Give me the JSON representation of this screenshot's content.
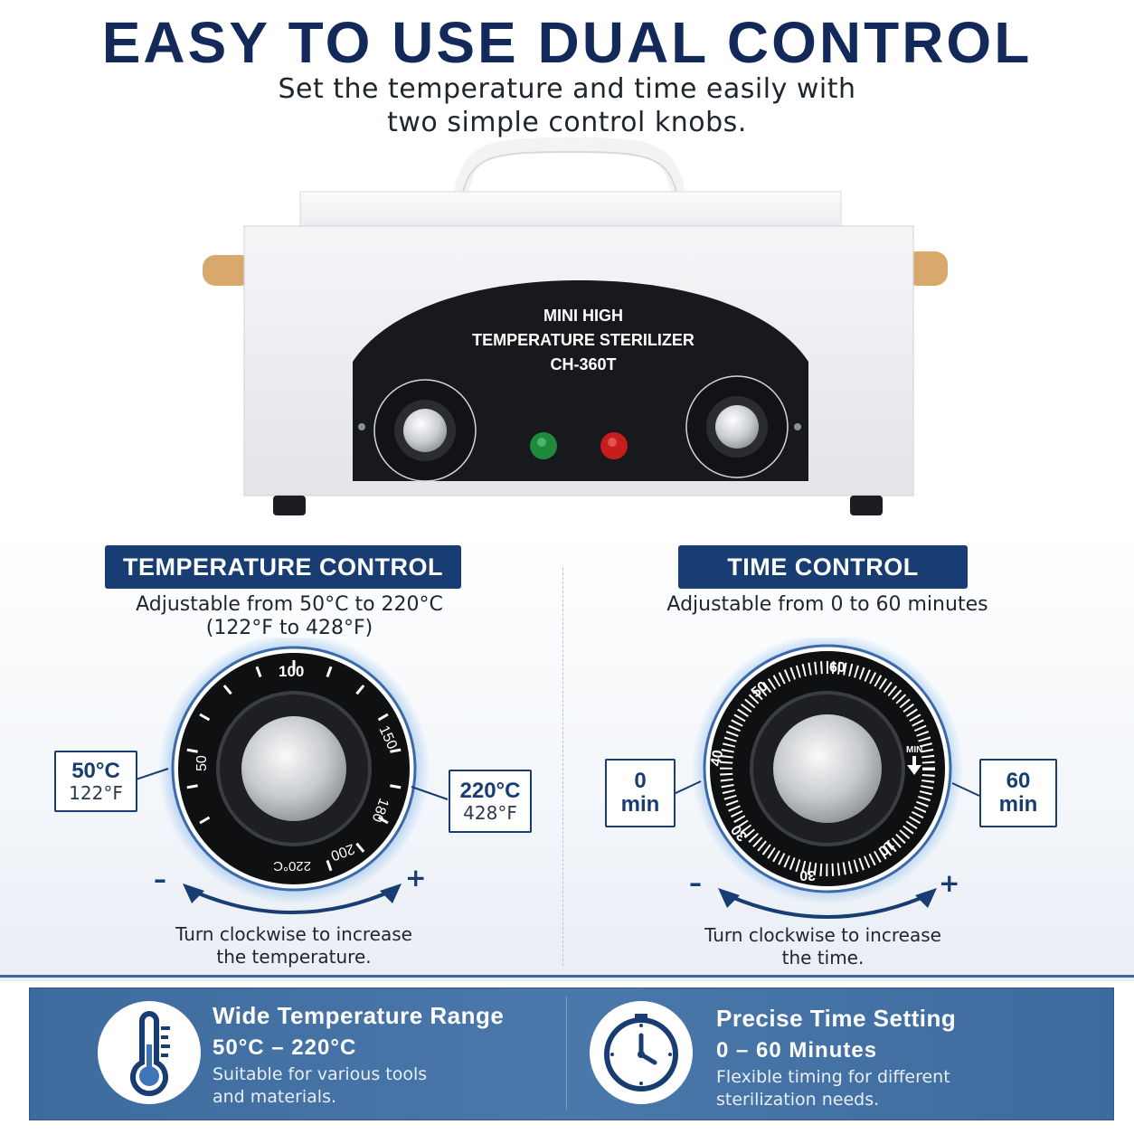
{
  "header": {
    "title": "EASY TO USE DUAL CONTROL",
    "subtitle_line1": "Set the temperature and time easily with",
    "subtitle_line2": "two simple control knobs."
  },
  "device": {
    "label_line1": "MINI HIGH",
    "label_line2": "TEMPERATURE STERILIZER",
    "label_line3": "CH-360T"
  },
  "temperature": {
    "tab": "TEMPERATURE CONTROL",
    "desc_line1": "Adjustable from 50°C to 220°C",
    "desc_line2": "(122°F to 428°F)",
    "min_c": "50°C",
    "min_f": "122°F",
    "max_c": "220°C",
    "max_f": "428°F",
    "dial_labels": [
      "50",
      "100",
      "150",
      "180",
      "200",
      "220°C"
    ],
    "minus": "–",
    "plus": "+",
    "caption_line1": "Turn clockwise to increase",
    "caption_line2": "the temperature."
  },
  "time": {
    "tab": "TIME CONTROL",
    "desc_line1": "Adjustable from 0 to 60 minutes",
    "min_value": "0",
    "min_unit": "min",
    "max_value": "60",
    "max_unit": "min",
    "dial_labels": [
      "60",
      "50",
      "40",
      "30",
      "30",
      "10"
    ],
    "dial_min": "MIN",
    "minus": "–",
    "plus": "+",
    "caption_line1": "Turn clockwise to increase",
    "caption_line2": "the time."
  },
  "banner": {
    "left_title": "Wide Temperature Range",
    "left_range": "50°C  –  220°C",
    "left_desc_line1": "Suitable for various tools",
    "left_desc_line2": "and materials.",
    "right_title": "Precise Time Setting",
    "right_range": "0  –  60 Minutes",
    "right_desc_line1": "Flexible timing for different",
    "right_desc_line2": "sterilization needs."
  },
  "colors": {
    "navy": "#173d73",
    "title_navy": "#13295a",
    "banner_blue": "#4672a5",
    "indicator_green": "#1f8a3c",
    "indicator_red": "#c91c1c",
    "handle_tan": "#d9a86c"
  },
  "icons": {
    "thermometer": "thermometer-icon",
    "clock": "clock-icon",
    "arrow": "curved-arrow-icon"
  }
}
